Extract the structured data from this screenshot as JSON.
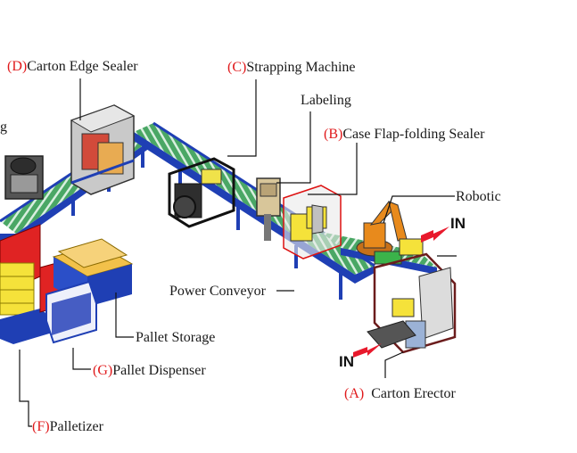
{
  "labels": {
    "edge_sealer": {
      "code": "(D)",
      "text": "Carton Edge Sealer"
    },
    "strapping": {
      "code": "(C)",
      "text": "Strapping Machine"
    },
    "labeling": {
      "text": "Labeling"
    },
    "flap_sealer": {
      "code": "(B)",
      "text": "Case Flap-folding Sealer"
    },
    "robotic": {
      "text": "Robotic"
    },
    "power_conveyor": {
      "text": "Power Conveyor"
    },
    "pallet_storage": {
      "text": "Pallet Storage"
    },
    "pallet_dispenser": {
      "code": "(G)",
      "text": "Pallet Dispenser"
    },
    "carton_erector": {
      "code": "(A)",
      "text": "Carton Erector"
    },
    "palletizer": {
      "code": "(F)",
      "text": "Palletizer"
    },
    "left_cut": {
      "text": "g"
    }
  },
  "in_markers": {
    "upper": "IN",
    "lower": "IN"
  },
  "colors": {
    "code_red": "#e0191b",
    "conveyor_blue": "#1f3fb4",
    "roller_green": "#3e9e57",
    "robot_orange": "#e88a1c",
    "cargo_yellow": "#f5e23a",
    "arrow_red": "#e8192c"
  }
}
